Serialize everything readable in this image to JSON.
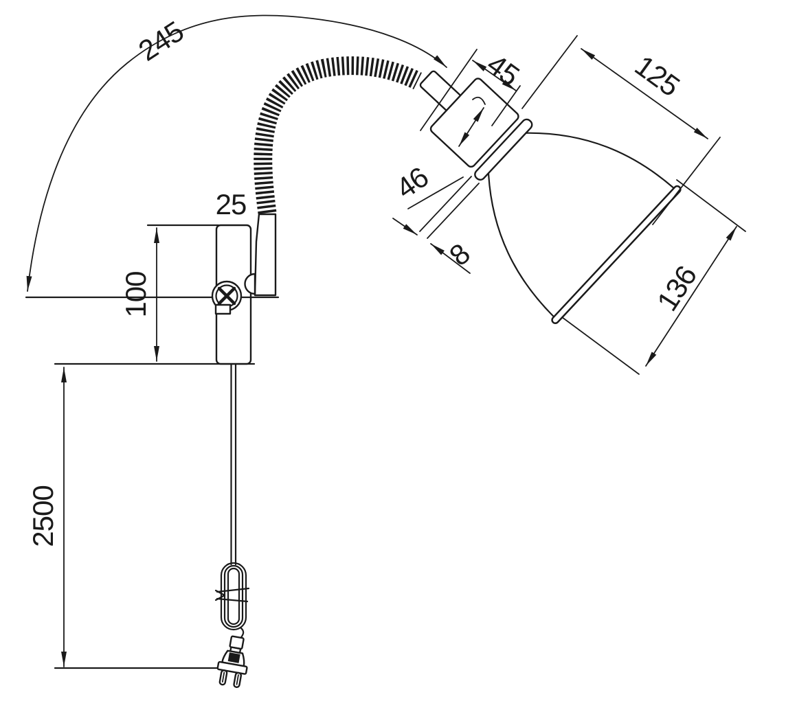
{
  "drawing": {
    "kind": "technical-dimension-drawing",
    "subject": "wall-mounted flexible gooseneck spot lamp with power cord and EU plug",
    "units": "mm",
    "colors": {
      "line": "#1a1a1a",
      "background": "#ffffff"
    },
    "dimensions": {
      "arm_arc": "245",
      "head_width": "45",
      "shade_depth": "125",
      "bracket_depth": "25",
      "bracket_height": "100",
      "head_length": "46",
      "rim_thickness": "8",
      "shade_diameter": "136",
      "cable_length": "2500"
    }
  }
}
